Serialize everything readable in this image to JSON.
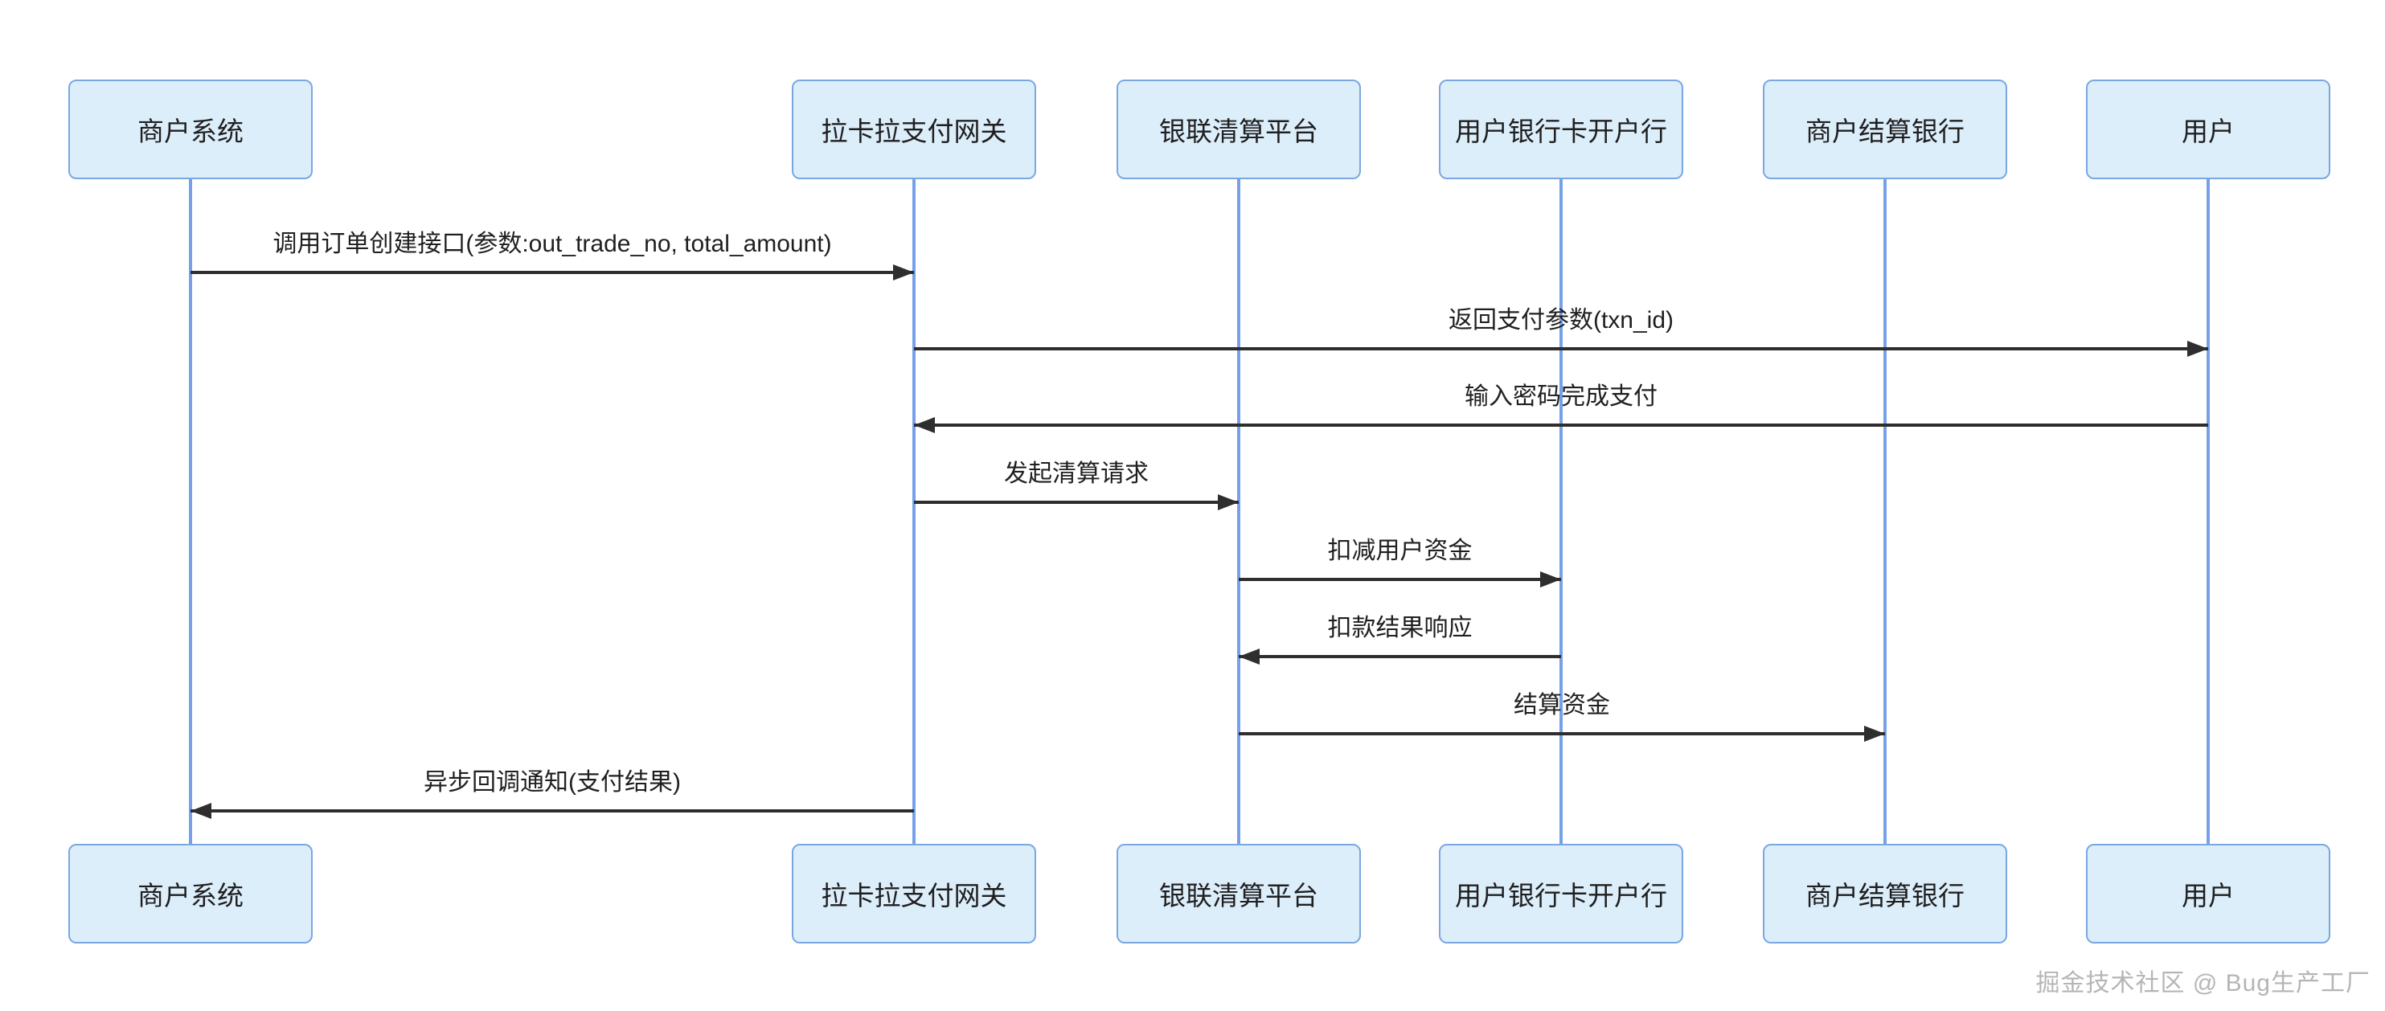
{
  "diagram": {
    "type": "sequence",
    "participants": [
      {
        "label": "商户系统"
      },
      {
        "label": "拉卡拉支付网关"
      },
      {
        "label": "银联清算平台"
      },
      {
        "label": "用户银行卡开户行"
      },
      {
        "label": "商户结算银行"
      },
      {
        "label": "用户"
      }
    ],
    "messages": [
      {
        "from": 0,
        "to": 1,
        "label": "调用订单创建接口(参数:out_trade_no, total_amount)"
      },
      {
        "from": 1,
        "to": 5,
        "label": "返回支付参数(txn_id)"
      },
      {
        "from": 5,
        "to": 1,
        "label": "输入密码完成支付"
      },
      {
        "from": 1,
        "to": 2,
        "label": "发起清算请求"
      },
      {
        "from": 2,
        "to": 3,
        "label": "扣减用户资金"
      },
      {
        "from": 3,
        "to": 2,
        "label": "扣款结果响应"
      },
      {
        "from": 2,
        "to": 4,
        "label": "结算资金"
      },
      {
        "from": 1,
        "to": 0,
        "label": "异步回调通知(支付结果)"
      }
    ]
  },
  "watermark": {
    "text": "掘金技术社区 @ Bug生产工厂"
  },
  "colors": {
    "background": "#ffffff",
    "participant_fill": "#ddeefb",
    "participant_border": "#7aa7e2",
    "lifeline": "#76a1e8",
    "arrow": "#2e2e2e",
    "text": "#1f1f1f",
    "watermark": "#b5b5b5"
  }
}
